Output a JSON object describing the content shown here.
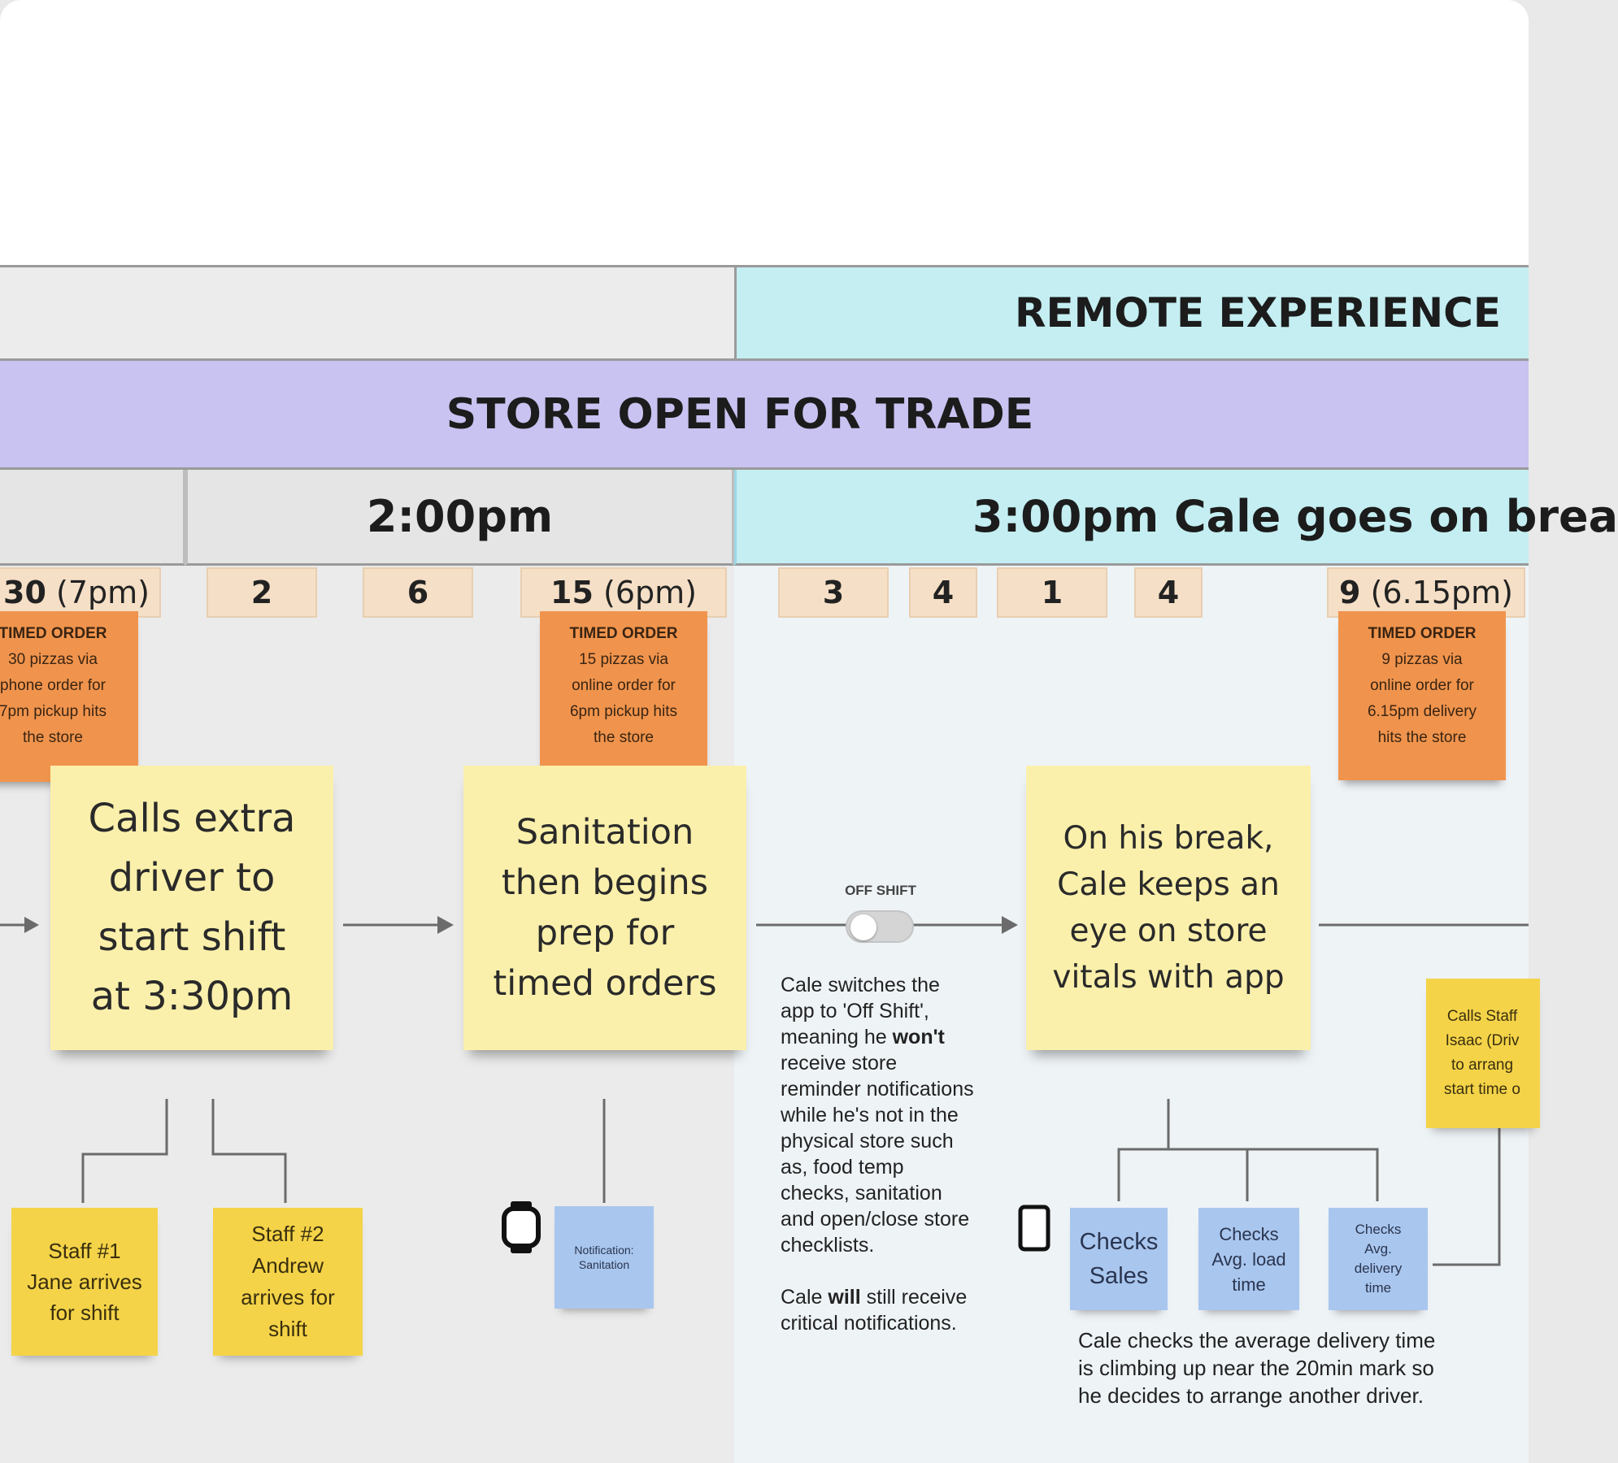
{
  "headers": {
    "remote_experience": "REMOTE EXPERIENCE",
    "store_open": "STORE OPEN FOR TRADE",
    "time_2pm": "2:00pm",
    "time_3pm": "3:00pm Cale goes on brea"
  },
  "order_counts": [
    {
      "num": "30",
      "suffix": " (7pm)"
    },
    {
      "num": "2",
      "suffix": ""
    },
    {
      "num": "6",
      "suffix": ""
    },
    {
      "num": "15",
      "suffix": " (6pm)"
    },
    {
      "num": "3",
      "suffix": ""
    },
    {
      "num": "4",
      "suffix": ""
    },
    {
      "num": "1",
      "suffix": ""
    },
    {
      "num": "4",
      "suffix": ""
    },
    {
      "num": "9",
      "suffix": " (6.15pm)"
    }
  ],
  "timed_orders": [
    {
      "title": "TIMED ORDER",
      "body": "30 pizzas via\nphone order for\n7pm pickup hits\nthe store"
    },
    {
      "title": "TIMED ORDER",
      "body": "15 pizzas via\nonline order for\n6pm pickup hits\nthe store"
    },
    {
      "title": "TIMED ORDER",
      "body": "9 pizzas via\nonline order for\n6.15pm delivery\nhits the store"
    }
  ],
  "main_notes": {
    "calls_driver": "Calls extra\ndriver to\nstart shift\nat 3:30pm",
    "sanitation": "Sanitation\nthen begins\nprep for\ntimed orders",
    "on_break": "On his break,\nCale keeps an\neye on store\nvitals with app"
  },
  "staff_notes": {
    "staff1": "Staff  #1\nJane arrives\nfor shift",
    "staff2": "Staff  #2\nAndrew\narrives for\nshift",
    "calls_staff": "Calls Staff\nIsaac (Driv\nto arrang\nstart time o"
  },
  "notification_note": "Notification:\nSanitation",
  "toggle_label": "OFF SHIFT",
  "off_shift_text": {
    "p1_before": "Cale switches the\napp to 'Off Shift',\nmeaning he ",
    "p1_bold": "won't",
    "p1_after": "\nreceive store\nreminder notifications\nwhile he's not in the\nphysical store such\nas, food temp\nchecks, sanitation\nand open/close store\nchecklists.",
    "p2_before": "Cale ",
    "p2_bold": "will",
    "p2_after": " still receive\ncritical notifications."
  },
  "checks": {
    "sales": "Checks\nSales",
    "load": "Checks\nAvg. load\ntime",
    "delivery": "Checks\nAvg.\ndelivery\ntime"
  },
  "delivery_caption": "Cale checks the average delivery time\nis climbing up near the 20min mark so\nhe decides to arrange another driver.",
  "icons": [
    "watch-icon",
    "phone-icon"
  ],
  "colors": {
    "remote_band": "#c4eef2",
    "store_band": "#c9c3f2",
    "timed_order": "#f0944d",
    "sticky_yellow": "#fbf0ab",
    "sticky_gold": "#f4d348",
    "sticky_blue": "#a9c6ee"
  }
}
